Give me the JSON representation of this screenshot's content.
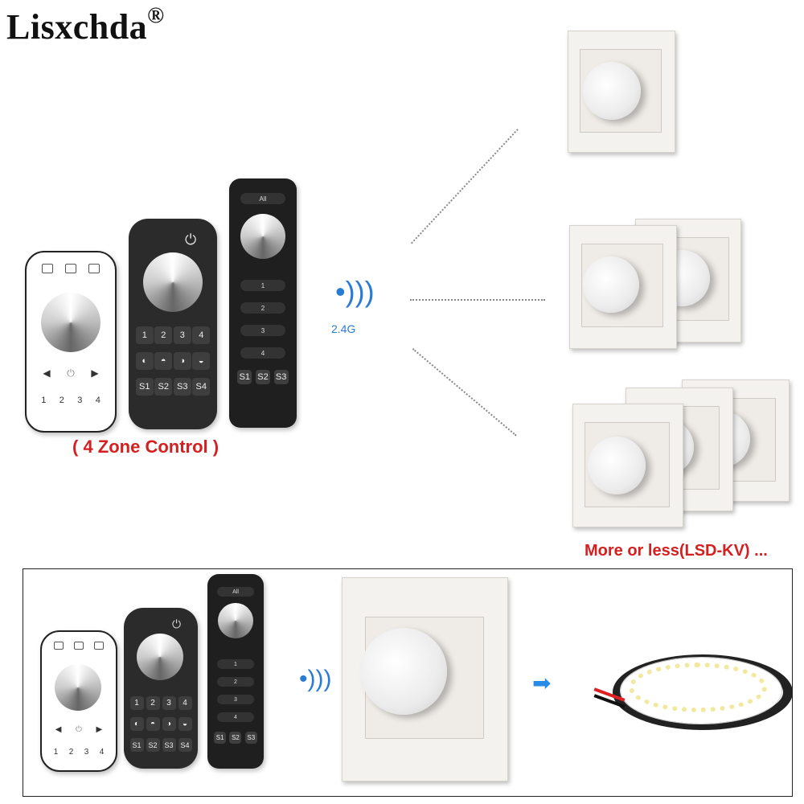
{
  "brand": {
    "name": "Lisxchda",
    "mark": "®"
  },
  "zone_label": "( 4 Zone Control )",
  "frequency": "2.4G",
  "more_label": "More or less(LSD-KV) ...",
  "remotes": {
    "white_numbers": [
      "1",
      "2",
      "3",
      "4"
    ],
    "black_numbers": [
      "1",
      "2",
      "3",
      "4"
    ],
    "black_scenes": [
      "S1",
      "S2",
      "S3",
      "S4"
    ],
    "slim_top": "All",
    "slim_zones": [
      "1",
      "2",
      "3",
      "4"
    ],
    "slim_scenes": [
      "S1",
      "S2",
      "S3"
    ]
  }
}
